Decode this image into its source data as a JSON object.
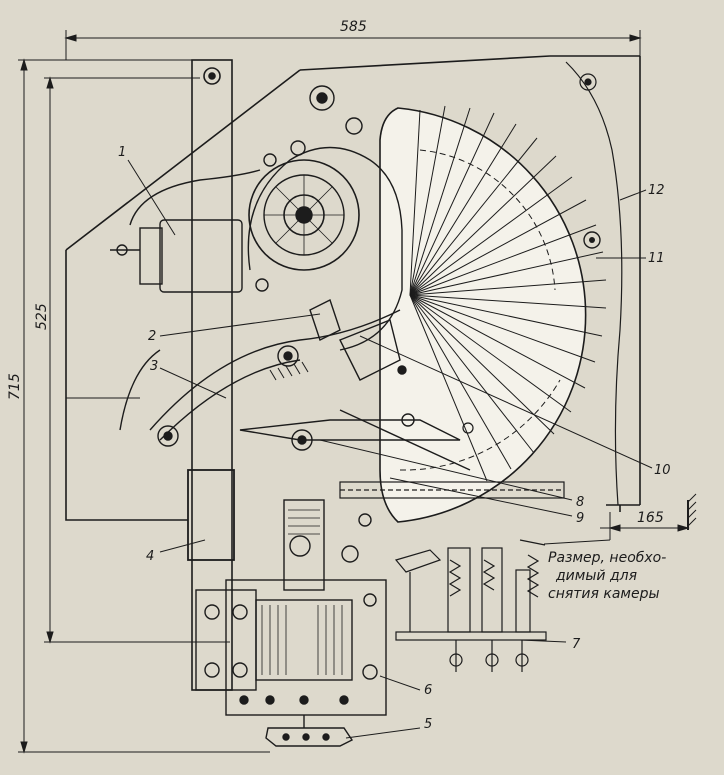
{
  "dimensions": {
    "width_top": "585",
    "height_total": "715",
    "height_inner": "525",
    "clearance": "165"
  },
  "callouts": [
    "1",
    "2",
    "3",
    "4",
    "5",
    "6",
    "7",
    "8",
    "9",
    "10",
    "11",
    "12"
  ],
  "note": {
    "line1": "Размер, необхо-",
    "line2": "димый для",
    "line3": "снятия камеры"
  },
  "colors": {
    "paper": "#ddd9cc",
    "ink": "#1c1c1c",
    "arc_chute": "#f4f2ea"
  }
}
